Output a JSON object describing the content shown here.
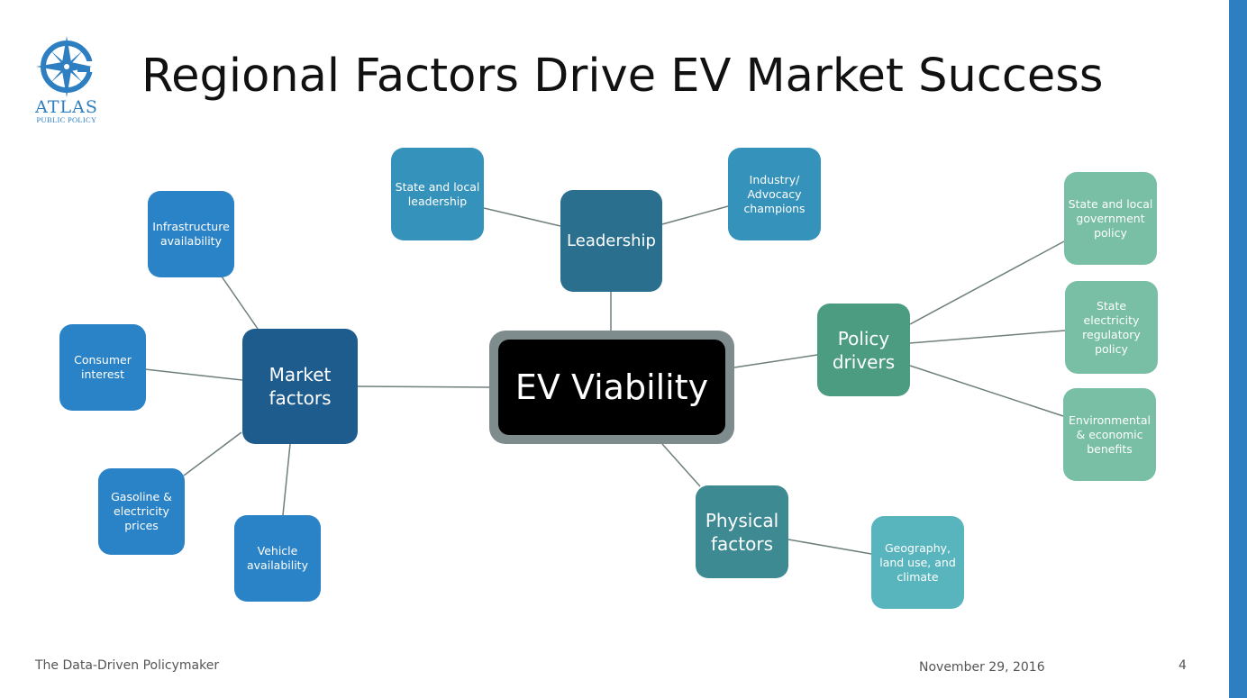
{
  "slide": {
    "title": "Regional Factors Drive EV Market Success",
    "logo": {
      "name": "ATLAS",
      "subtitle": "PUBLIC POLICY"
    },
    "accent_color": "#2E7FC1",
    "footer": {
      "left": "The Data-Driven Policymaker",
      "date": "November 29, 2016",
      "page": "4"
    }
  },
  "diagram": {
    "center": "EV Viability",
    "market": {
      "label": "Market factors",
      "children": [
        "Infrastructure availability",
        "Consumer interest",
        "Gasoline & electricity prices",
        "Vehicle availability"
      ]
    },
    "leadership": {
      "label": "Leadership",
      "children": [
        "State and local leadership",
        "Industry/ Advocacy champions"
      ]
    },
    "policy": {
      "label": "Policy drivers",
      "children": [
        "State and local government policy",
        "State electricity regulatory policy",
        "Environmental & economic benefits"
      ]
    },
    "physical": {
      "label": "Physical factors",
      "children": [
        "Geography, land use, and climate"
      ]
    },
    "colors": {
      "market": "#1F5C8E",
      "market_child": "#2B83C7",
      "leadership": "#2A6F8E",
      "leadership_child": "#3592BB",
      "policy": "#4C9C82",
      "policy_child": "#78BFA6",
      "physical": "#3D8A93",
      "physical_child": "#58B5BE",
      "center_border": "#7E8C8D",
      "center_fill": "#000000"
    }
  }
}
